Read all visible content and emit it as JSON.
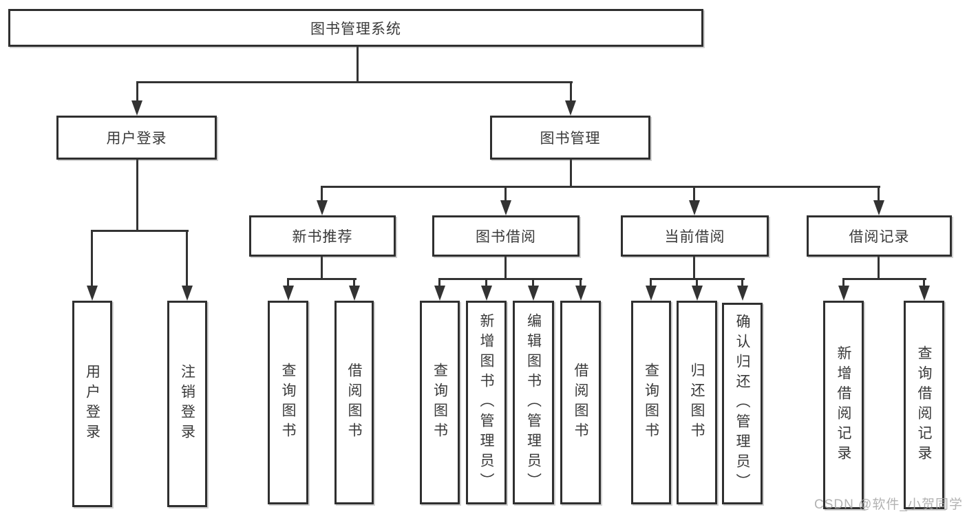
{
  "diagram": {
    "root": {
      "label": "图书管理系统"
    },
    "branches": {
      "user_login": {
        "label": "用户登录",
        "children": [
          {
            "label": "用户登录"
          },
          {
            "label": "注销登录"
          }
        ]
      },
      "book_management": {
        "label": "图书管理",
        "children": [
          {
            "label": "新书推荐",
            "children": [
              {
                "label": "查询图书"
              },
              {
                "label": "借阅图书"
              }
            ]
          },
          {
            "label": "图书借阅",
            "children": [
              {
                "label": "查询图书"
              },
              {
                "label": "新增图书（管理员）"
              },
              {
                "label": "编辑图书（管理员）"
              },
              {
                "label": "借阅图书"
              }
            ]
          },
          {
            "label": "当前借阅",
            "children": [
              {
                "label": "查询图书"
              },
              {
                "label": "归还图书"
              },
              {
                "label": "确认归还（管理员）"
              }
            ]
          },
          {
            "label": "借阅记录",
            "children": [
              {
                "label": "新增借阅记录"
              },
              {
                "label": "查询借阅记录"
              }
            ]
          }
        ]
      }
    }
  },
  "watermark": {
    "text": "CSDN @软件_小贺同学"
  },
  "colors": {
    "line": "#333333",
    "text": "#3a3a3a",
    "box_border": "#2f2f2f",
    "background": "#ffffff",
    "watermark": "#a5a5a5"
  }
}
